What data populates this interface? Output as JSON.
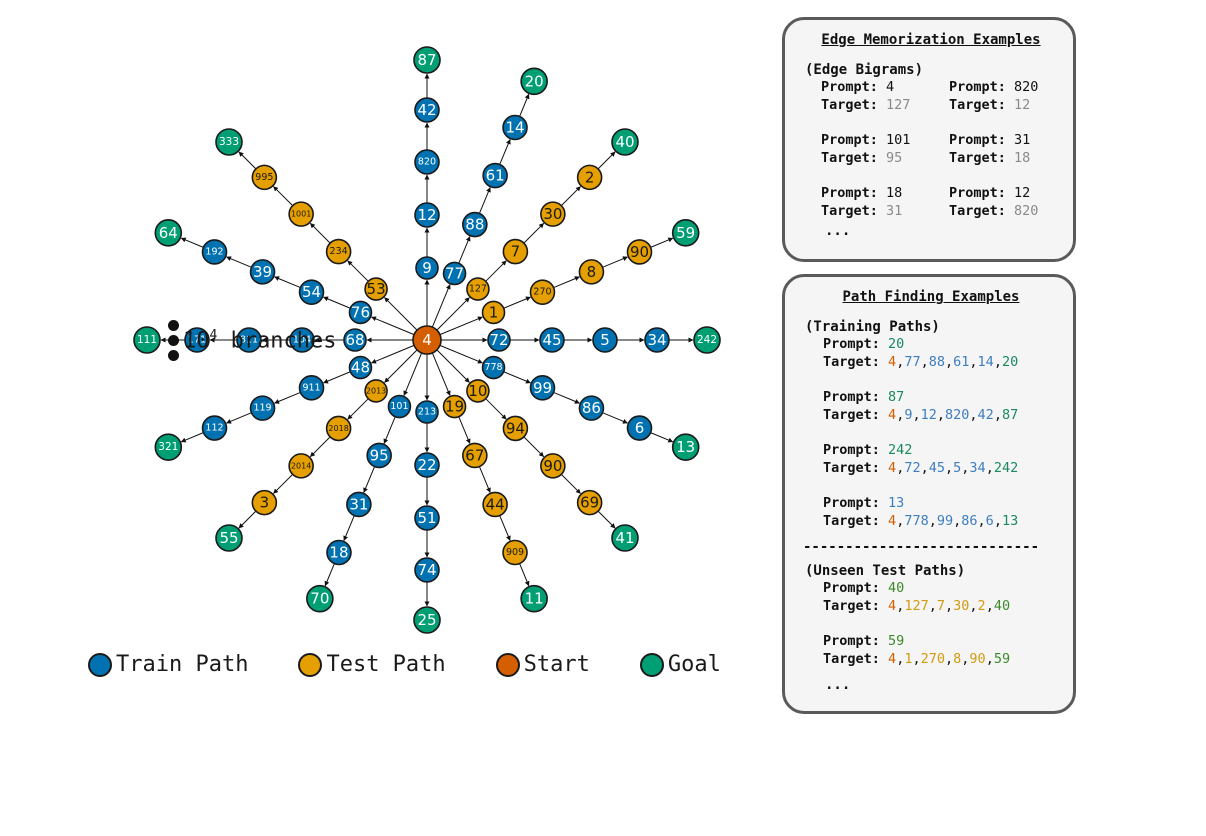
{
  "colors": {
    "train": "#0072b2",
    "test": "#e69f00",
    "start": "#d55e00",
    "goal": "#009e73"
  },
  "graph": {
    "start": "4",
    "branches": [
      {
        "type": "train",
        "nodes": [
          "9",
          "12",
          "820",
          "42",
          "87"
        ]
      },
      {
        "type": "train",
        "nodes": [
          "77",
          "88",
          "61",
          "14",
          "20"
        ]
      },
      {
        "type": "test",
        "nodes": [
          "127",
          "7",
          "30",
          "2",
          "40"
        ]
      },
      {
        "type": "test",
        "nodes": [
          "1",
          "270",
          "8",
          "90",
          "59"
        ]
      },
      {
        "type": "train",
        "nodes": [
          "72",
          "45",
          "5",
          "34",
          "242"
        ]
      },
      {
        "type": "train",
        "nodes": [
          "778",
          "99",
          "86",
          "6",
          "13"
        ]
      },
      {
        "type": "test",
        "nodes": [
          "10",
          "94",
          "90",
          "69",
          "41"
        ]
      },
      {
        "type": "test",
        "nodes": [
          "19",
          "67",
          "44",
          "909",
          "11"
        ]
      },
      {
        "type": "train",
        "nodes": [
          "213",
          "22",
          "51",
          "74",
          "25"
        ]
      },
      {
        "type": "train",
        "nodes": [
          "101",
          "95",
          "31",
          "18",
          "70"
        ]
      },
      {
        "type": "test",
        "nodes": [
          "2013",
          "2018",
          "2014",
          "3",
          "55"
        ]
      },
      {
        "type": "train",
        "nodes": [
          "48",
          "911",
          "119",
          "112",
          "321"
        ]
      },
      {
        "type": "train",
        "nodes": [
          "68",
          "104",
          "811",
          "171",
          "111"
        ]
      },
      {
        "type": "train",
        "nodes": [
          "76",
          "54",
          "39",
          "192",
          "64"
        ]
      },
      {
        "type": "test",
        "nodes": [
          "53",
          "234",
          "1001",
          "995",
          "333"
        ]
      }
    ]
  },
  "branches_note": {
    "base": "10",
    "exp": "4",
    "text": " branches"
  },
  "legend": [
    {
      "label": "Train Path",
      "color": "#0072b2"
    },
    {
      "label": "Test Path",
      "color": "#e69f00"
    },
    {
      "label": "Start",
      "color": "#d55e00"
    },
    {
      "label": "Goal",
      "color": "#009e73"
    }
  ],
  "edge_panel": {
    "title": "Edge Memorization Examples",
    "section": "(Edge Bigrams)",
    "prompt_label": "Prompt:",
    "target_label": "Target:",
    "pairs": [
      {
        "prompt": "4",
        "target": "127"
      },
      {
        "prompt": "820",
        "target": "12"
      },
      {
        "prompt": "101",
        "target": "95"
      },
      {
        "prompt": "31",
        "target": "18"
      },
      {
        "prompt": "18",
        "target": "31"
      },
      {
        "prompt": "12",
        "target": "820"
      }
    ],
    "ellipsis": "..."
  },
  "path_panel": {
    "title": "Path Finding Examples",
    "training_title": "(Training Paths)",
    "prompt_label": "Prompt:",
    "target_label": "Target:",
    "training": [
      {
        "prompt": "20",
        "target": [
          "4",
          "77",
          "88",
          "61",
          "14",
          "20"
        ],
        "prompt_color": "goal"
      },
      {
        "prompt": "87",
        "target": [
          "4",
          "9",
          "12",
          "820",
          "42",
          "87"
        ],
        "prompt_color": "goal"
      },
      {
        "prompt": "242",
        "target": [
          "4",
          "72",
          "45",
          "5",
          "34",
          "242"
        ],
        "prompt_color": "goal"
      },
      {
        "prompt": "13",
        "target": [
          "4",
          "778",
          "99",
          "86",
          "6",
          "13"
        ],
        "prompt_color": "train"
      }
    ],
    "separator": "----------------------------",
    "test_title": "(Unseen Test Paths)",
    "test": [
      {
        "prompt": "40",
        "target": [
          "4",
          "127",
          "7",
          "30",
          "2",
          "40"
        ]
      },
      {
        "prompt": "59",
        "target": [
          "4",
          "1",
          "270",
          "8",
          "90",
          "59"
        ]
      }
    ],
    "ellipsis": "..."
  }
}
